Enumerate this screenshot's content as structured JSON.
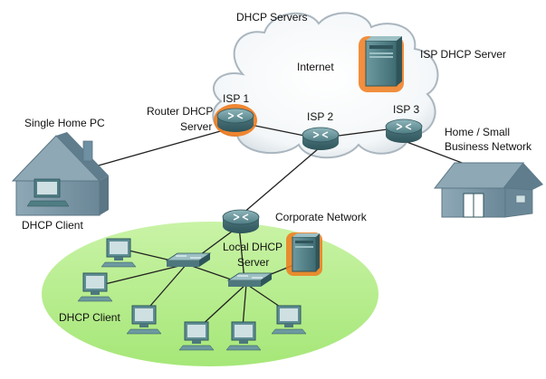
{
  "labels": {
    "dhcp_servers": "DHCP Servers",
    "internet": "Internet",
    "isp_dhcp_server": "ISP DHCP Server",
    "isp1": "ISP 1",
    "isp2": "ISP 2",
    "isp3": "ISP 3",
    "router_dhcp_line1": "Router DHCP",
    "router_dhcp_line2": "Server",
    "single_home_pc": "Single Home PC",
    "dhcp_client_home": "DHCP Client",
    "home_small_line1": "Home / Small",
    "home_small_line2": "Business Network",
    "corporate_network": "Corporate Network",
    "local_dhcp_line1": "Local DHCP",
    "local_dhcp_line2": "Server",
    "dhcp_client_lan": "DHCP Client"
  },
  "colors": {
    "cloud": "#ffffff",
    "cloud_outline": "#aab6bf",
    "lan_ellipse": "#b8ef8e",
    "device_teal": "#5f8e94",
    "highlight_orange": "#f07a1c",
    "house": "#6f8fa2"
  }
}
